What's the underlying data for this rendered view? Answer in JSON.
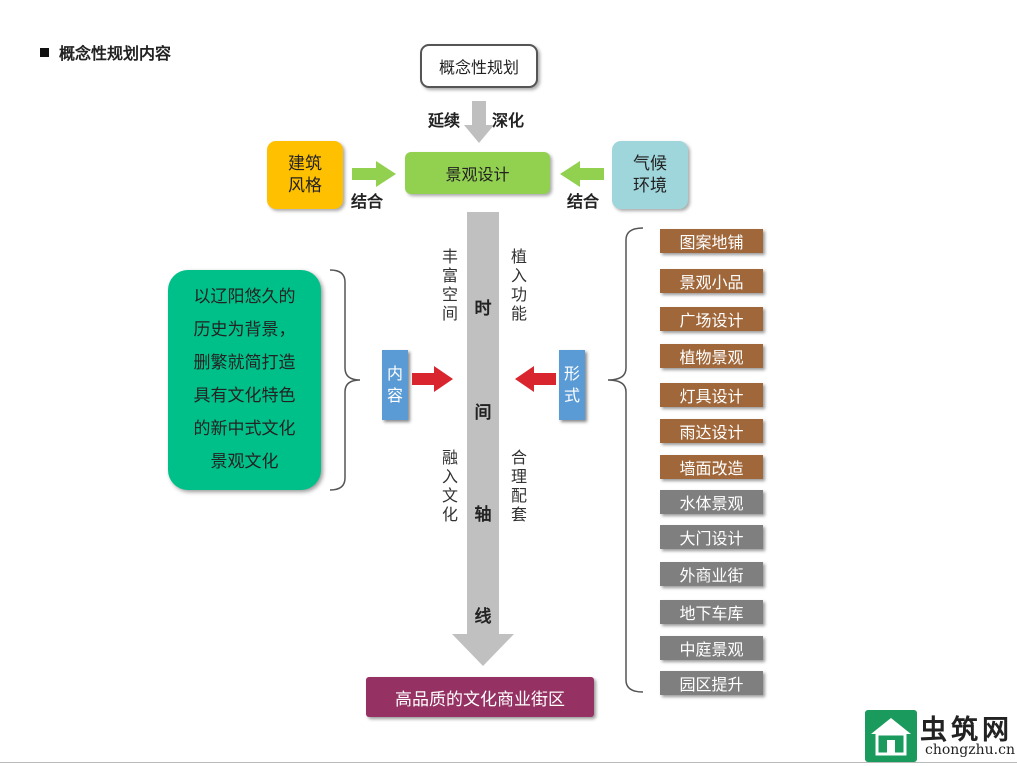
{
  "heading": "概念性规划内容",
  "top_box": "概念性规划",
  "continue_label": "延续",
  "deepen_label": "深化",
  "landscape_design": "景观设计",
  "architecture_style": [
    "建筑",
    "风格"
  ],
  "climate_environment": [
    "气候",
    "环境"
  ],
  "combine_left": "结合",
  "combine_right": "结合",
  "timeline_axis": [
    "时",
    "间",
    "轴",
    "线"
  ],
  "rich_space": [
    "丰",
    "富",
    "空",
    "间"
  ],
  "implant_function": [
    "植",
    "入",
    "功",
    "能"
  ],
  "integrate_culture": [
    "融",
    "入",
    "文",
    "化"
  ],
  "reasonable_support": [
    "合",
    "理",
    "配",
    "套"
  ],
  "content_label": [
    "内",
    "容"
  ],
  "form_label": [
    "形",
    "式"
  ],
  "green_card_lines": [
    "以辽阳悠久的",
    "历史为背景，",
    "删繁就简打造",
    "具有文化特色",
    "的新中式文化",
    "景观文化"
  ],
  "form_items": [
    {
      "text": "图案地铺",
      "tone": "brown"
    },
    {
      "text": "景观小品",
      "tone": "brown"
    },
    {
      "text": "广场设计",
      "tone": "brown"
    },
    {
      "text": "植物景观",
      "tone": "brown"
    },
    {
      "text": "灯具设计",
      "tone": "brown"
    },
    {
      "text": "雨达设计",
      "tone": "brown"
    },
    {
      "text": "墙面改造",
      "tone": "brown"
    },
    {
      "text": "水体景观",
      "tone": "gray"
    },
    {
      "text": "大门设计",
      "tone": "gray"
    },
    {
      "text": "外商业街",
      "tone": "gray"
    },
    {
      "text": "地下车库",
      "tone": "gray"
    },
    {
      "text": "中庭景观",
      "tone": "gray"
    },
    {
      "text": "园区提升",
      "tone": "gray"
    }
  ],
  "result": "高品质的文化商业街区",
  "logo": {
    "name": "虫筑网",
    "url_text": "chongzhu.cn"
  },
  "colors": {
    "green": "#92d050",
    "yellow": "#ffc000",
    "teal": "#9fd6dc",
    "blue": "#5b9bd5",
    "card_green": "#00c08a",
    "brown": "#a0673a",
    "gray": "#7f7f7f",
    "result": "#953163",
    "red_arrow": "#d9262e"
  }
}
